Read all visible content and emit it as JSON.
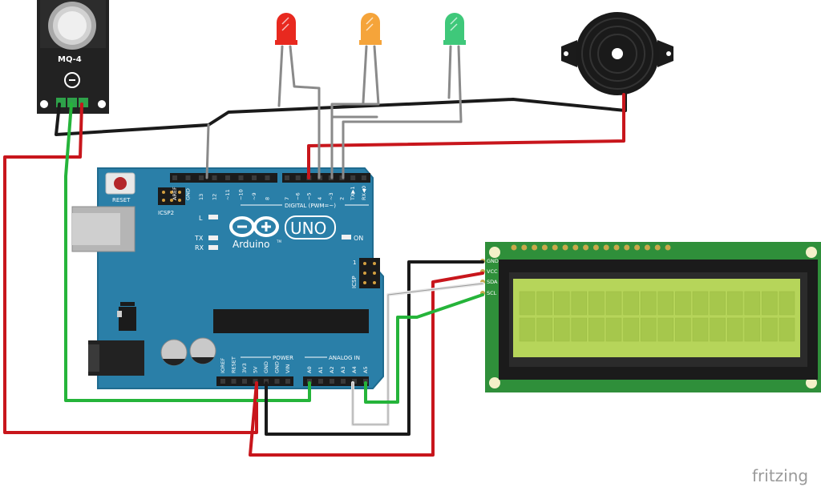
{
  "sensor": {
    "label": "MQ-4"
  },
  "arduino": {
    "logo_text": "Arduino",
    "tm": "TM",
    "model": "UNO",
    "reset_label": "RESET",
    "icsp2_label": "ICSP2",
    "icsp_label": "ICSP",
    "icsp_pin1": "1",
    "led_l": "L",
    "led_tx": "TX",
    "led_rx": "RX",
    "led_on": "ON",
    "digital_label": "DIGITAL (PWM=~)",
    "power_label": "POWER",
    "analog_label": "ANALOG IN",
    "top_pins": [
      "AREF",
      "GND",
      "13",
      "12",
      "~11",
      "~10",
      "~9",
      "8",
      "7",
      "~6",
      "~5",
      "4",
      "~3",
      "2",
      "TX▶1",
      "RX◀0"
    ],
    "power_pins": [
      "IOREF",
      "RESET",
      "3V3",
      "5V",
      "GND",
      "GND",
      "VIN"
    ],
    "analog_pins": [
      "A0",
      "A1",
      "A2",
      "A3",
      "A4",
      "A5"
    ]
  },
  "lcd": {
    "pins": [
      "GND",
      "VCC",
      "SDA",
      "SCL"
    ]
  },
  "leds": [
    {
      "name": "red",
      "color": "#e8291f"
    },
    {
      "name": "orange",
      "color": "#f5a43a"
    },
    {
      "name": "green",
      "color": "#3fc87a"
    }
  ],
  "wire_colors": {
    "red": "#c8161c",
    "black": "#1a1a1a",
    "green": "#25b43a",
    "gray": "#8a8a8a",
    "white": "#f2f2f2"
  },
  "brand": {
    "text": "fritzing"
  }
}
